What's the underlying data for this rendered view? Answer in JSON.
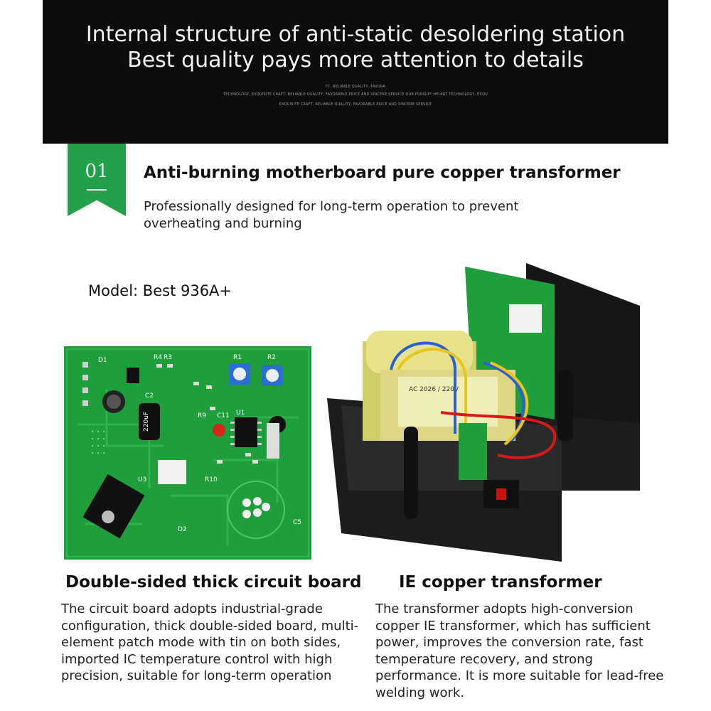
{
  "banner": {
    "title_line1": "Internal structure of anti-static desoldering station",
    "title_line2": "Best quality pays more attention to details",
    "small_line1": "FT, RELIABLE QUALITY, FAVORA",
    "small_line2": "TECHNOLOGY, EXQUISITE CRAFT, RELIABLE QUALITY, FAVORABLE PRICE AND SINCERE SERVICE OUR PURSUIT: HE-ART TECHNOLOGY, EXQU",
    "small_line3": "EXQUISITE CRAFT, RELIABLE QUALITY, FAVORABLE PRICE AND SINCERE SERVICE"
  },
  "section": {
    "number": "01",
    "title": "Anti-burning motherboard pure copper transformer",
    "description": "Professionally designed for long-term operation to prevent overheating and burning"
  },
  "model": "Model: Best 936A+",
  "pcb_labels": {
    "d1": "D1",
    "r4": "R4",
    "r3": "R3",
    "r1": "R1",
    "r2": "R2",
    "c2": "C2",
    "cap_value": "220uF",
    "r9": "R9",
    "c11": "C11",
    "u1": "U1",
    "u3": "U3",
    "r10": "R10",
    "d2": "D2",
    "c5": "C5"
  },
  "transformer_label": "AC 2026 / 220V",
  "captions": {
    "left_title": "Double-sided thick circuit board",
    "left_text": "The circuit board adopts industrial-grade configuration, thick double-sided board, multi-element patch mode with tin on both sides, imported IC temperature control with high precision, suitable for long-term operation",
    "right_title": "IE copper transformer",
    "right_text": "The transformer adopts high-conversion copper IE transformer, which has sufficient power, improves the conversion rate, fast temperature recovery, and strong performance. It is more suitable for lead-free welding work."
  },
  "colors": {
    "banner_bg": "#0d0d0d",
    "ribbon_green": "#22a14a",
    "pcb_green": "#1f9e3c",
    "transformer_yellow": "#e8e28a"
  }
}
